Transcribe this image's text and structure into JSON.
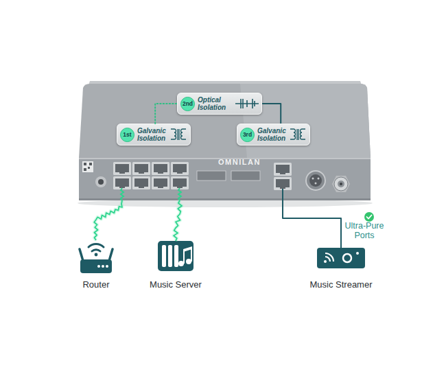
{
  "diagram": {
    "nodes": [
      {
        "text": [
          "OMNILAN"
        ]
      },
      {
        "text": [
          "2nd",
          "Optical Isolation"
        ],
        "in": 0
      },
      {
        "text": [
          "1st",
          "Galvanic Isolation"
        ],
        "in": 0
      },
      {
        "text": [
          "3rd",
          "Galvanic Isolation"
        ],
        "in": 0
      },
      {
        "text": [
          "Router"
        ]
      },
      {
        "text": [
          "Music Server"
        ]
      },
      {
        "text": [
          "Music Streamer"
        ]
      }
    ],
    "edges": [
      {
        "from": 2,
        "to": 1,
        "arrow": "none"
      },
      {
        "from": 1,
        "to": 3,
        "arrow": "none"
      },
      {
        "from": 0,
        "to": 4,
        "arrow": "none"
      },
      {
        "from": 0,
        "to": 5,
        "arrow": "none"
      },
      {
        "from": 0,
        "to": 6,
        "arrow": "none"
      }
    ],
    "labels": [
      "Ultra-Pure Ports"
    ]
  }
}
